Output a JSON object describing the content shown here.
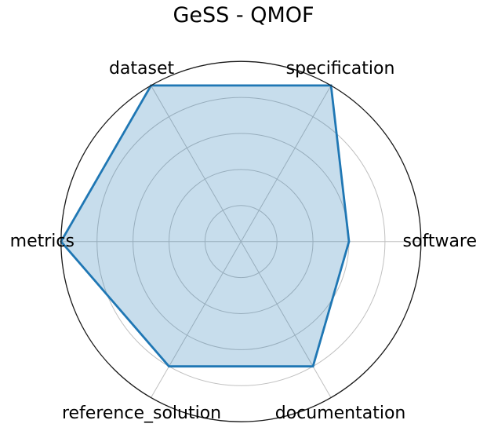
{
  "page": {
    "background": "#ffffff"
  },
  "chart_data": {
    "type": "radar",
    "title": "GeSS - QMOF",
    "categories": [
      "specification",
      "software",
      "documentation",
      "reference_solution",
      "metrics",
      "dataset"
    ],
    "values": [
      1.0,
      0.6,
      0.8,
      0.8,
      1.0,
      1.0
    ],
    "angles_deg": [
      60,
      0,
      -60,
      -120,
      180,
      120
    ],
    "r_max": 1.0,
    "ring_levels": [
      0.2,
      0.4,
      0.6,
      0.8,
      1.0
    ],
    "grid": true,
    "legend": "none",
    "tick_labels": "none",
    "colors": {
      "line": "#1f77b4",
      "fill_rgba": "rgba(31,119,180,0.25)",
      "grid": "#c0c0c0",
      "outline": "#1a1a1a",
      "text": "#000000"
    }
  }
}
